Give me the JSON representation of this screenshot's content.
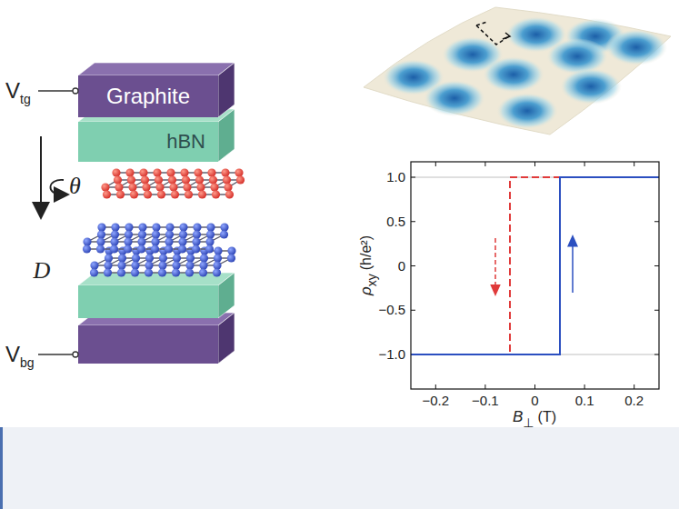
{
  "diagram": {
    "nodes": [
      {
        "text": [
          "Graphite"
        ]
      },
      {
        "text": [
          "hBN"
        ]
      }
    ],
    "labels": [
      "V",
      "tg",
      "D",
      "θ",
      "V",
      "bg",
      "1.0",
      "0.5",
      "0",
      "−0.5",
      "−1.0",
      "−0.2",
      "−0.1",
      "0",
      "0.1",
      "0.2",
      "ρ",
      "xy",
      "(h/e²)",
      "B",
      "⊥",
      "(T)"
    ]
  }
}
